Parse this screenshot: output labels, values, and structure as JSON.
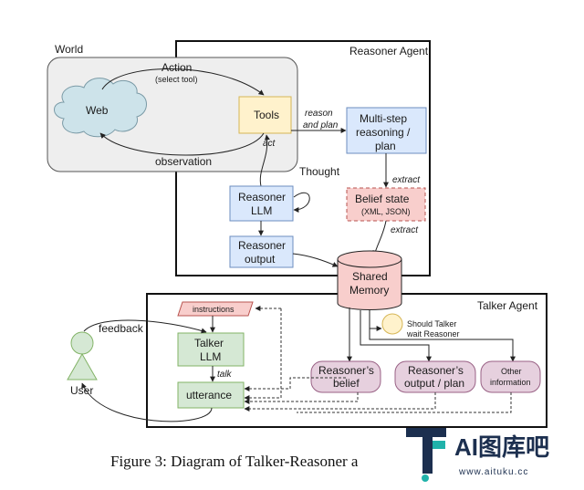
{
  "diagram": {
    "world": {
      "label": "World",
      "web": "Web",
      "tools": "Tools",
      "action": "Action",
      "select_tool": "(select tool)",
      "observation": "observation",
      "act": "act"
    },
    "reasoner_agent": {
      "label": "Reasoner Agent",
      "reason_and_plan_1": "reason",
      "reason_and_plan_2": "and plan",
      "multi_step_1": "Multi-step",
      "multi_step_2": "reasoning /",
      "multi_step_3": "plan",
      "thought": "Thought",
      "reasoner_llm_1": "Reasoner",
      "reasoner_llm_2": "LLM",
      "extract_top": "extract",
      "belief_state": "Belief state",
      "belief_state_sub": "(XML, JSON)",
      "extract_bottom": "extract",
      "reasoner_output_1": "Reasoner",
      "reasoner_output_2": "output"
    },
    "shared_memory_1": "Shared",
    "shared_memory_2": "Memory",
    "talker_agent": {
      "label": "Talker Agent",
      "instructions": "instructions",
      "talker_llm_1": "Talker",
      "talker_llm_2": "LLM",
      "talk": "talk",
      "utterance": "utterance",
      "should_talker_1": "Should Talker",
      "should_talker_2": "wait Reasoner",
      "reasoners_belief_1": "Reasoner’s",
      "reasoners_belief_2": "belief",
      "reasoner_output_plan_1": "Reasoner’s",
      "reasoner_output_plan_2": "output / plan",
      "other_information_1": "Other",
      "other_information_2": "information"
    },
    "user": {
      "label": "User",
      "feedback": "feedback"
    }
  },
  "caption": "Figure 3: Diagram of Talker-Reasoner a",
  "watermark": {
    "text": "AI图库吧",
    "url": "www.aituku.cc"
  },
  "colors": {
    "blue_box": "#dae8fc",
    "blue_border": "#6c8ebf",
    "yellow_box": "#fff2cc",
    "yellow_border": "#d6b656",
    "red_box": "#f8cecc",
    "red_border": "#b85450",
    "pink_box": "#e6d0de",
    "pink_border": "#996185",
    "world_box": "#eeeeee",
    "cloud": "#cde3ea",
    "user": "#d5e8d4",
    "watermark": "#1c2f4f",
    "watermark_accent": "#20b2aa"
  }
}
